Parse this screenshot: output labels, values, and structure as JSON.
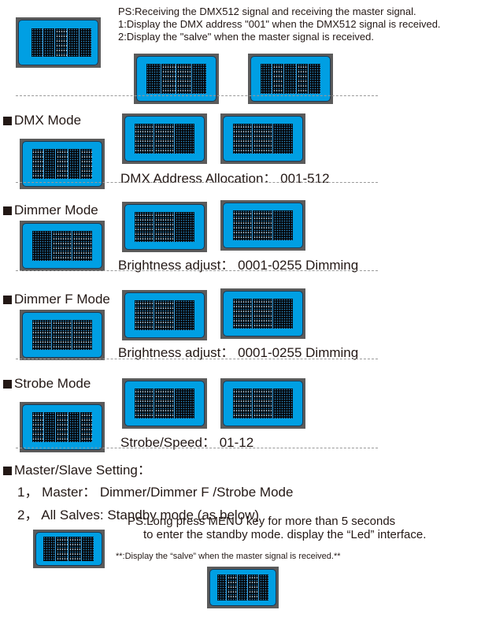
{
  "colors": {
    "bezel": "#5b5b5b",
    "panel": "#009fe3",
    "matrix": "#05070a",
    "heading_square": "#231815"
  },
  "standby": {
    "notes": [
      "PS:Receiving the DMX512 signal and receiving the master signal.",
      "1:Display the DMX address \"001\" when the DMX512 signal is received.",
      "2:Display the \"salve\" when the master signal is received."
    ]
  },
  "dmx_mode": {
    "heading": "DMX Mode",
    "caption": "DMX Address Allocation： 001-512"
  },
  "dimmer_mode": {
    "heading": "Dimmer Mode",
    "caption": "Brightness adjust： 0001-0255 Dimming"
  },
  "dimmer_f_mode": {
    "heading": "Dimmer F Mode",
    "caption": "Brightness adjust： 0001-0255 Dimming"
  },
  "strobe_mode": {
    "heading": "Strobe Mode",
    "caption": "Strobe/Speed： 01-12"
  },
  "master_slave": {
    "heading": "Master/Slave Setting：",
    "items": [
      "1， Master： Dimmer/Dimmer F /Strobe Mode",
      "2， All  Salves: Standby mode (as below)"
    ],
    "ps_line1": "PS:Long press MENU key for more than 5 seconds",
    "ps_line2": "to enter the standby mode. display the “Led” interface.",
    "footnote": "**:Display the “salve” when the master signal is received.**"
  }
}
